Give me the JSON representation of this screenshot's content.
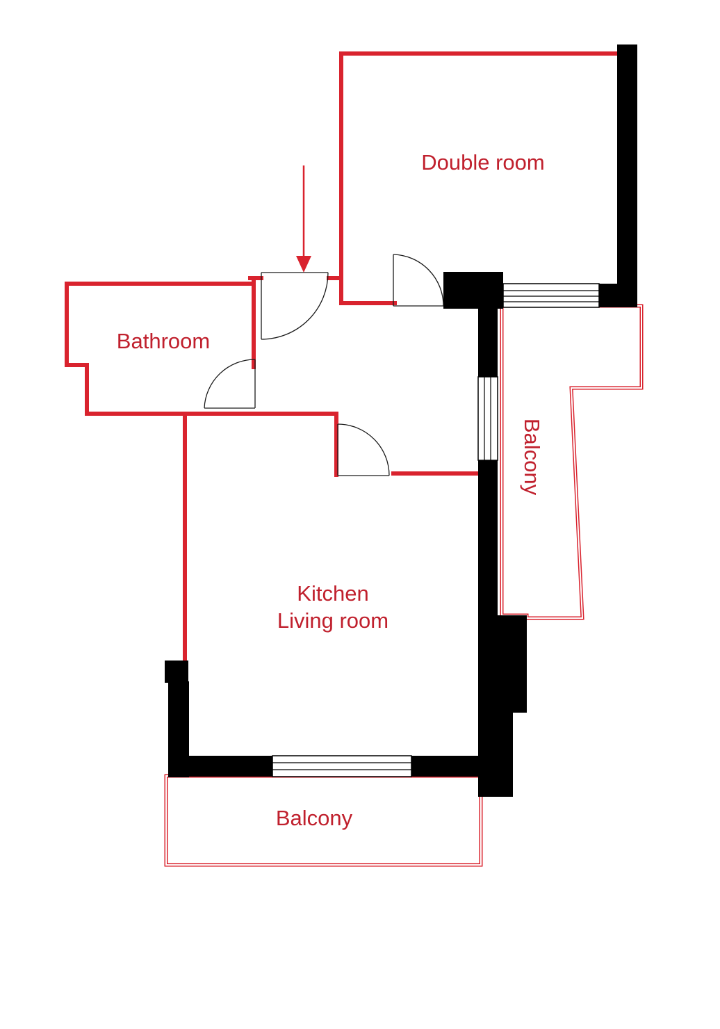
{
  "rooms": {
    "double_room": "Double room",
    "bathroom": "Bathroom",
    "kitchen_line1": "Kitchen",
    "kitchen_line2": "Living room",
    "balcony_side": "Balcony",
    "balcony_bottom": "Balcony"
  },
  "colors": {
    "wall_partition": "#d9232e",
    "wall_structural": "#000000",
    "label": "#c0202d",
    "background": "#ffffff"
  },
  "markers": {
    "entrance": "entrance-arrow-icon"
  }
}
